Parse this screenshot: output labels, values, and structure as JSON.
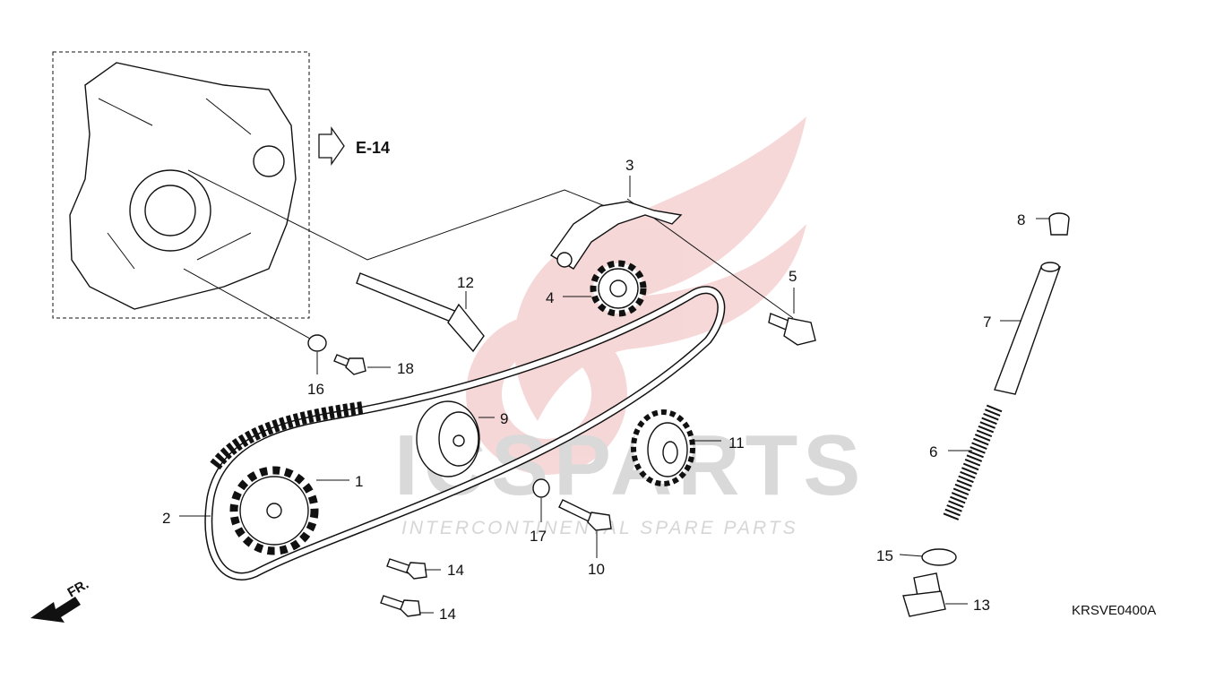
{
  "reference": {
    "label": "E-14"
  },
  "drawing_code": "KRSVE0400A",
  "direction_marker": "FR.",
  "watermark": {
    "brand_main": "ICSPARTS",
    "brand_tagline": "INTERCONTINENTAL SPARE PARTS"
  },
  "callouts": [
    "1",
    "2",
    "3",
    "4",
    "5",
    "6",
    "7",
    "8",
    "9",
    "10",
    "11",
    "12",
    "13",
    "14",
    "14",
    "15",
    "16",
    "17",
    "18"
  ],
  "parts": [
    {
      "id": "crankcase-cover",
      "icon": "crankcase-illustration"
    },
    {
      "id": "drive-sprocket",
      "icon": "sprocket-illustration"
    },
    {
      "id": "cam-chain",
      "icon": "chain-illustration"
    },
    {
      "id": "tensioner-arm",
      "icon": "bracket-illustration"
    },
    {
      "id": "roller-sprocket",
      "icon": "small-sprocket-illustration"
    },
    {
      "id": "pivot-bolt",
      "icon": "bolt-illustration"
    },
    {
      "id": "spring",
      "icon": "coil-spring-illustration"
    },
    {
      "id": "push-rod",
      "icon": "rod-illustration"
    },
    {
      "id": "cap",
      "icon": "cap-illustration"
    },
    {
      "id": "guide-roller",
      "icon": "roller-illustration"
    },
    {
      "id": "roller-bolt",
      "icon": "bolt-illustration"
    },
    {
      "id": "guide-roller-b",
      "icon": "roller-illustration"
    },
    {
      "id": "shaft",
      "icon": "shaft-illustration"
    },
    {
      "id": "sealing-bolt",
      "icon": "bolt-illustration"
    },
    {
      "id": "washer",
      "icon": "washer-illustration"
    }
  ]
}
